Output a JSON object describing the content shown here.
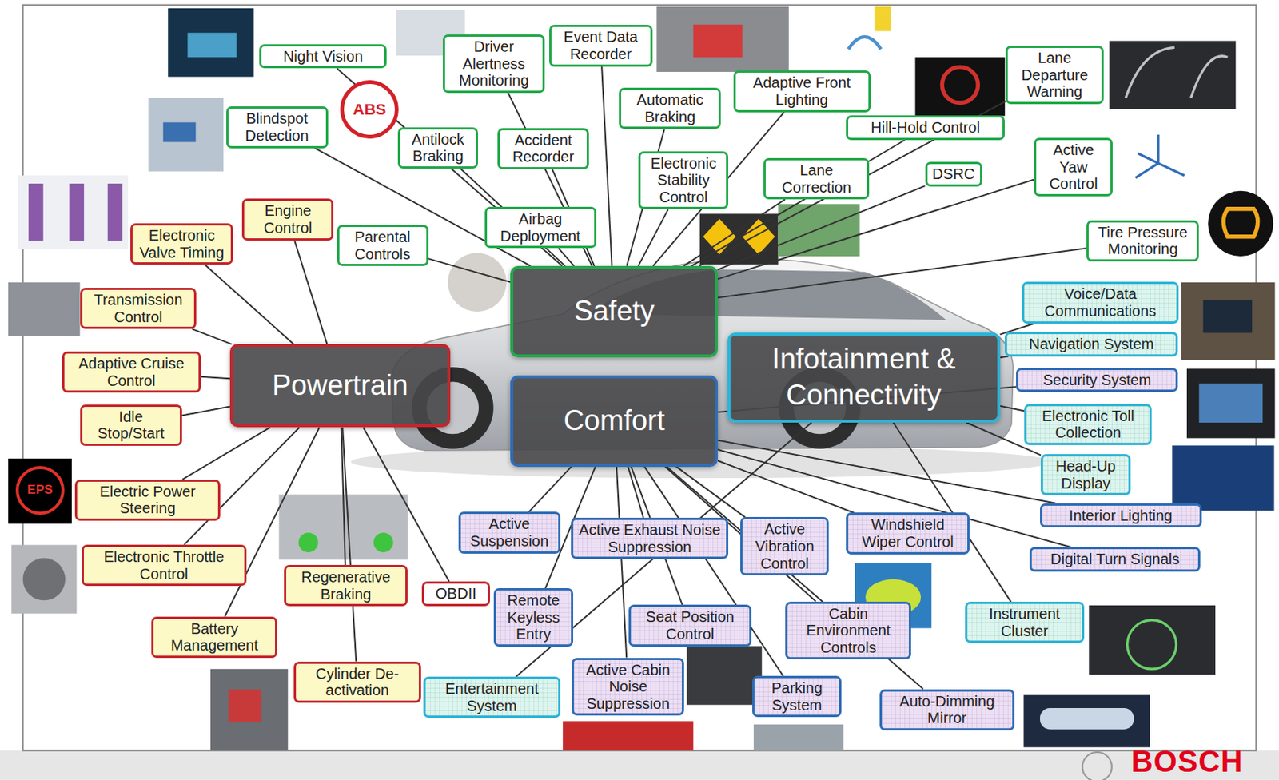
{
  "diagram": {
    "nodes": [
      {
        "text": [
          "Safety"
        ]
      },
      {
        "text": [
          "Powertrain"
        ]
      },
      {
        "text": [
          "Comfort"
        ]
      },
      {
        "text": [
          "Infotainment & Connectivity"
        ]
      },
      {
        "text": [
          "Night Vision"
        ]
      },
      {
        "text": [
          "Driver Alertness Monitoring"
        ]
      },
      {
        "text": [
          "Event Data Recorder"
        ]
      },
      {
        "text": [
          "Blindspot Detection"
        ]
      },
      {
        "text": [
          "Antilock Braking"
        ]
      },
      {
        "text": [
          "Accident Recorder"
        ]
      },
      {
        "text": [
          "Automatic Braking"
        ]
      },
      {
        "text": [
          "Adaptive Front Lighting"
        ]
      },
      {
        "text": [
          "Lane Departure Warning"
        ]
      },
      {
        "text": [
          "Hill-Hold Control"
        ]
      },
      {
        "text": [
          "Parental Controls"
        ]
      },
      {
        "text": [
          "Airbag Deployment"
        ]
      },
      {
        "text": [
          "Electronic Stability Control"
        ]
      },
      {
        "text": [
          "Lane Correction"
        ]
      },
      {
        "text": [
          "DSRC"
        ]
      },
      {
        "text": [
          "Active Yaw Control"
        ]
      },
      {
        "text": [
          "Tire Pressure Monitoring"
        ]
      },
      {
        "text": [
          "Electronic Valve Timing"
        ]
      },
      {
        "text": [
          "Engine Control"
        ]
      },
      {
        "text": [
          "Transmission Control"
        ]
      },
      {
        "text": [
          "Adaptive Cruise Control"
        ]
      },
      {
        "text": [
          "Idle Stop/Start"
        ]
      },
      {
        "text": [
          "Electric Power Steering"
        ]
      },
      {
        "text": [
          "Electronic Throttle Control"
        ]
      },
      {
        "text": [
          "Battery Management"
        ]
      },
      {
        "text": [
          "Regenerative Braking"
        ]
      },
      {
        "text": [
          "OBDII"
        ]
      },
      {
        "text": [
          "Cylinder De-activation"
        ]
      },
      {
        "text": [
          "Active Suspension"
        ]
      },
      {
        "text": [
          "Active Exhaust Noise Suppression"
        ]
      },
      {
        "text": [
          "Active Vibration Control"
        ]
      },
      {
        "text": [
          "Windshield Wiper Control"
        ]
      },
      {
        "text": [
          "Remote Keyless Entry"
        ]
      },
      {
        "text": [
          "Seat Position Control"
        ]
      },
      {
        "text": [
          "Cabin Environment Controls"
        ]
      },
      {
        "text": [
          "Active Cabin Noise Suppression"
        ]
      },
      {
        "text": [
          "Parking System"
        ]
      },
      {
        "text": [
          "Auto-Dimming Mirror"
        ]
      },
      {
        "text": [
          "Security System"
        ]
      },
      {
        "text": [
          "Interior Lighting"
        ]
      },
      {
        "text": [
          "Digital Turn Signals"
        ]
      },
      {
        "text": [
          "Voice/Data Communications"
        ]
      },
      {
        "text": [
          "Navigation System"
        ]
      },
      {
        "text": [
          "Electronic Toll Collection"
        ]
      },
      {
        "text": [
          "Head-Up Display"
        ]
      },
      {
        "text": [
          "Instrument Cluster"
        ]
      },
      {
        "text": [
          "Entertainment System"
        ]
      }
    ],
    "edges": [
      {
        "from": 4,
        "to": 0,
        "arrow": "none"
      },
      {
        "from": 5,
        "to": 0,
        "arrow": "none"
      },
      {
        "from": 6,
        "to": 0,
        "arrow": "none"
      },
      {
        "from": 7,
        "to": 0,
        "arrow": "none"
      },
      {
        "from": 8,
        "to": 0,
        "arrow": "none"
      },
      {
        "from": 9,
        "to": 0,
        "arrow": "none"
      },
      {
        "from": 10,
        "to": 0,
        "arrow": "none"
      },
      {
        "from": 11,
        "to": 0,
        "arrow": "none"
      },
      {
        "from": 12,
        "to": 0,
        "arrow": "none"
      },
      {
        "from": 13,
        "to": 0,
        "arrow": "none"
      },
      {
        "from": 14,
        "to": 0,
        "arrow": "none"
      },
      {
        "from": 15,
        "to": 0,
        "arrow": "none"
      },
      {
        "from": 16,
        "to": 0,
        "arrow": "none"
      },
      {
        "from": 17,
        "to": 0,
        "arrow": "none"
      },
      {
        "from": 18,
        "to": 0,
        "arrow": "none"
      },
      {
        "from": 19,
        "to": 0,
        "arrow": "none"
      },
      {
        "from": 20,
        "to": 0,
        "arrow": "none"
      },
      {
        "from": 21,
        "to": 1,
        "arrow": "none"
      },
      {
        "from": 22,
        "to": 1,
        "arrow": "none"
      },
      {
        "from": 23,
        "to": 1,
        "arrow": "none"
      },
      {
        "from": 24,
        "to": 1,
        "arrow": "none"
      },
      {
        "from": 25,
        "to": 1,
        "arrow": "none"
      },
      {
        "from": 26,
        "to": 1,
        "arrow": "none"
      },
      {
        "from": 27,
        "to": 1,
        "arrow": "none"
      },
      {
        "from": 28,
        "to": 1,
        "arrow": "none"
      },
      {
        "from": 29,
        "to": 1,
        "arrow": "none"
      },
      {
        "from": 30,
        "to": 1,
        "arrow": "none"
      },
      {
        "from": 31,
        "to": 1,
        "arrow": "none"
      },
      {
        "from": 32,
        "to": 2,
        "arrow": "none"
      },
      {
        "from": 33,
        "to": 2,
        "arrow": "none"
      },
      {
        "from": 34,
        "to": 2,
        "arrow": "none"
      },
      {
        "from": 35,
        "to": 2,
        "arrow": "none"
      },
      {
        "from": 36,
        "to": 2,
        "arrow": "none"
      },
      {
        "from": 37,
        "to": 2,
        "arrow": "none"
      },
      {
        "from": 38,
        "to": 2,
        "arrow": "none"
      },
      {
        "from": 39,
        "to": 2,
        "arrow": "none"
      },
      {
        "from": 40,
        "to": 2,
        "arrow": "none"
      },
      {
        "from": 41,
        "to": 2,
        "arrow": "none"
      },
      {
        "from": 42,
        "to": 2,
        "arrow": "none"
      },
      {
        "from": 43,
        "to": 2,
        "arrow": "none"
      },
      {
        "from": 44,
        "to": 2,
        "arrow": "none"
      },
      {
        "from": 45,
        "to": 3,
        "arrow": "none"
      },
      {
        "from": 46,
        "to": 3,
        "arrow": "none"
      },
      {
        "from": 47,
        "to": 3,
        "arrow": "none"
      },
      {
        "from": 48,
        "to": 3,
        "arrow": "none"
      },
      {
        "from": 49,
        "to": 3,
        "arrow": "none"
      },
      {
        "from": 50,
        "to": 3,
        "arrow": "none"
      }
    ],
    "labels": [
      "ABS",
      "EPS",
      "BOSCH"
    ]
  }
}
